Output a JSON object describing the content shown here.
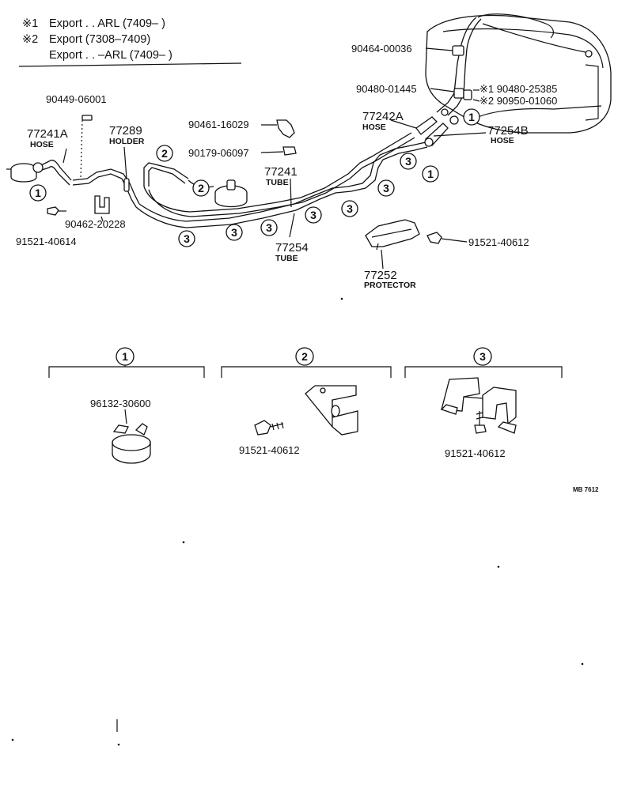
{
  "notes": [
    {
      "mark": "※1",
      "text": "Export . . ARL (7409–        )"
    },
    {
      "mark": "※2",
      "text": "Export (7308–7409)"
    },
    {
      "mark": "",
      "text": "Export . . –ARL (7409–      )"
    }
  ],
  "parts": {
    "p90449": "90449-06001",
    "p77241A": "77241A",
    "p77241A_sub": "HOSE",
    "p77289": "77289",
    "p77289_sub": "HOLDER",
    "p90461": "90461-16029",
    "p90179": "90179-06097",
    "p77241": "77241",
    "p77241_sub": "TUBE",
    "p90462": "90462-20228",
    "p91521_left": "91521-40614",
    "p77254": "77254",
    "p77254_sub": "TUBE",
    "p77252": "77252",
    "p77252_sub": "PROTECTOR",
    "p91521_right": "91521-40612",
    "p90464": "90464-00036",
    "p90480": "90480-01445",
    "p90480_25385": "※1 90480-25385",
    "p90950": "※2 90950-01060",
    "p77242A": "77242A",
    "p77242A_sub": "HOSE",
    "p77254B": "77254B",
    "p77254B_sub": "HOSE"
  },
  "callouts": {
    "one": "1",
    "two": "2",
    "three": "3"
  },
  "groups": {
    "g1_part": "96132-30600",
    "g2_part": "91521-40612",
    "g3_part": "91521-40612"
  },
  "figure_code": "MB 7612"
}
